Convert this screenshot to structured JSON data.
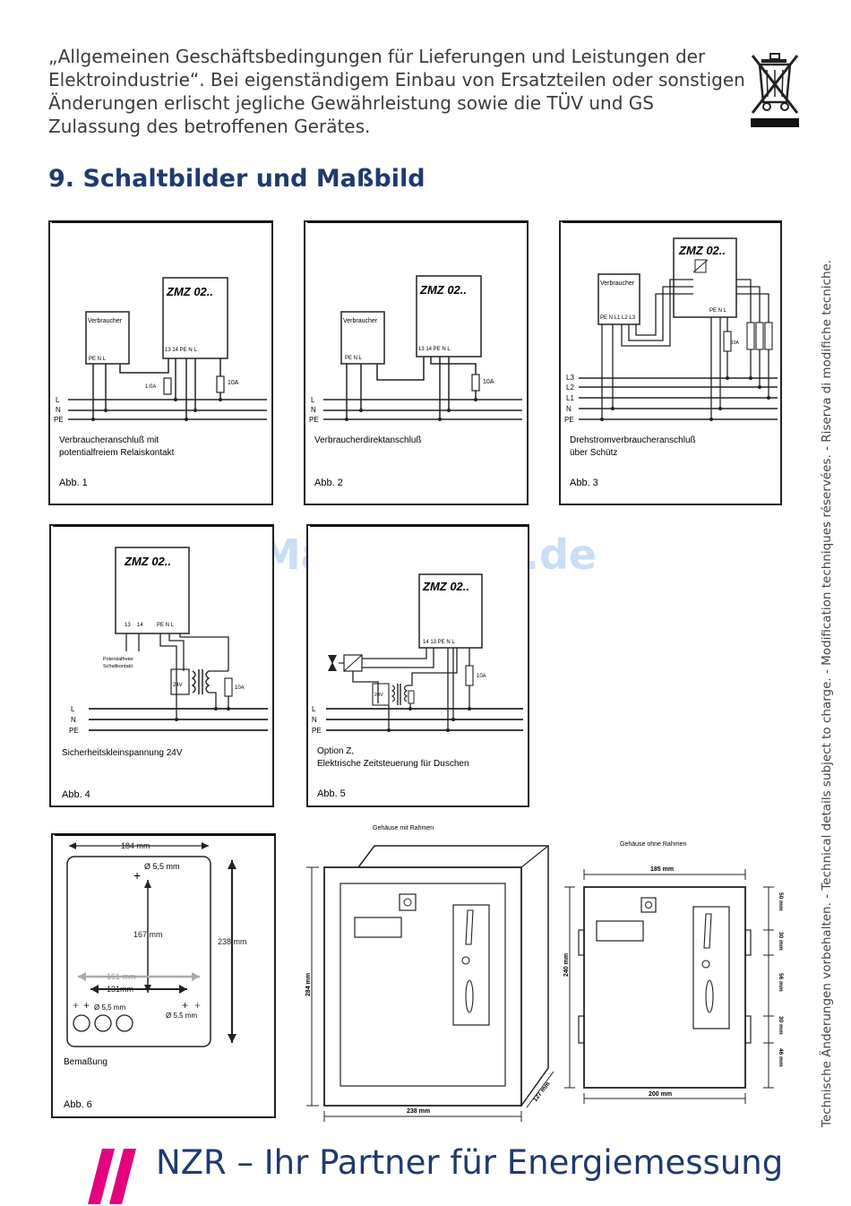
{
  "intro_text": "„Allgemeinen Geschäftsbedingungen für Lieferungen und Leistungen der Elektroindustrie“. Bei eigenständigem Einbau von Ersatzteilen oder sonstigen Änderungen erlischt jegliche Gewährleistung sowie die TÜV und GS Zulassung des betroffenen Gerätes.",
  "section_title": "9. Schaltbilder und Maßbild",
  "side_text": "Technische Änderungen vorbehalten. - Technical details subject to charge. - Modification techniques réservées. - Riserva di modifiche tecniche.",
  "watermark": "ManualsLib.de",
  "device_name": "ZMZ 02..",
  "consumer_label": "Verbraucher",
  "lines": {
    "l": "L",
    "n": "N",
    "pe": "PE",
    "l1": "L1",
    "l2": "L2",
    "l3": "L3"
  },
  "fuse_10a": "10A",
  "fuse_10a_1": "1:0A",
  "fig1": {
    "caption1": "Verbraucheranschluß mit",
    "caption2": "potentialfreiem Relaiskontakt",
    "abb": "Abb. 1",
    "device_terminals": "13 14 PE N L",
    "consumer_terminals": "PE N L"
  },
  "fig2": {
    "caption1": "Verbraucherdirektanschluß",
    "abb": "Abb. 2",
    "device_terminals": "13 14 PE N L",
    "consumer_terminals": "PE N L"
  },
  "fig3": {
    "caption1": "Drehstromverbraucheranschluß",
    "caption2": "über Schütz",
    "abb": "Abb. 3",
    "device_terminals": "PE N L",
    "consumer_terminals": "PE N L1 L2 L3"
  },
  "fig4": {
    "caption1": "Sicherheitskleinspannung 24V",
    "abb": "Abb. 4",
    "contact_label1": "Potentialfreier",
    "contact_label2": "Schaltkontakt",
    "voltage": "24V",
    "t1": "13",
    "t2": "14",
    "t3": "PE N L"
  },
  "fig5": {
    "caption1": "Option Z,",
    "caption2": "Elektrische Zeitsteuerung für Duschen",
    "abb": "Abb. 5",
    "voltage": "24V",
    "device_terminals": "14 13 PE N L"
  },
  "fig6": {
    "caption": "Bemaßung",
    "abb": "Abb. 6",
    "width": "184 mm",
    "height": "238 mm",
    "mid": "167 mm",
    "hole_top": "Ø 5,5 mm",
    "w1": "161 mm",
    "w2": "131mm",
    "hole_left": "Ø 5,5 mm",
    "hole_right": "Ø 5,5 mm"
  },
  "fig7": {
    "title": "Gehäuse mit Rahmen",
    "height": "284 mm",
    "width": "238 mm",
    "depth": "127 mm"
  },
  "fig8": {
    "title": "Gehäuse ohne Rahmen",
    "top": "185 mm",
    "height": "240 mm",
    "bottom": "200 mm",
    "d1": "50 mm",
    "d2": "30 mm",
    "d3": "56 mm",
    "d4": "30 mm",
    "d5": "46 mm"
  },
  "footer": "NZR – Ihr Partner für Energiemessung",
  "colors": {
    "title_blue": "#1f3a6e",
    "accent_magenta": "#e5007d"
  }
}
